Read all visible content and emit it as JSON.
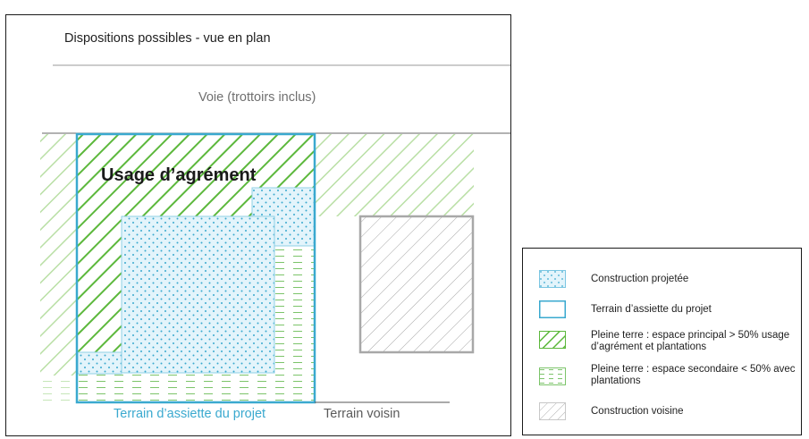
{
  "diagram": {
    "title": "Dispositions possibles - vue en plan",
    "road_label": "Voie (trottoirs inclus)",
    "plot_label": "Terrain d’assiette du projet",
    "neighbor_label": "Terrain voisin",
    "agrement_label": "Usage d’agrément"
  },
  "legend": {
    "items": [
      {
        "label": "Construction projetée",
        "icon": "dotted-blue-swatch"
      },
      {
        "label": "Terrain d’assiette du projet",
        "icon": "blue-outline-swatch"
      },
      {
        "label": "Pleine terre : espace principal > 50% usage d’agrément et plantations",
        "icon": "green-hatch-swatch"
      },
      {
        "label": "Pleine terre : espace secondaire < 50% avec plantations",
        "icon": "green-dashed-swatch"
      },
      {
        "label": "Construction voisine",
        "icon": "grey-hatch-swatch"
      }
    ]
  },
  "colors": {
    "plot_outline": "#3aa9cf",
    "construction_fill": "#e3f4fb",
    "construction_dots": "#3aa9cf",
    "green_main": "#5cb83c",
    "green_light": "#b9dfa5",
    "green_dash": "#7cc46a",
    "neighbor_grey": "#a8a8a8"
  }
}
